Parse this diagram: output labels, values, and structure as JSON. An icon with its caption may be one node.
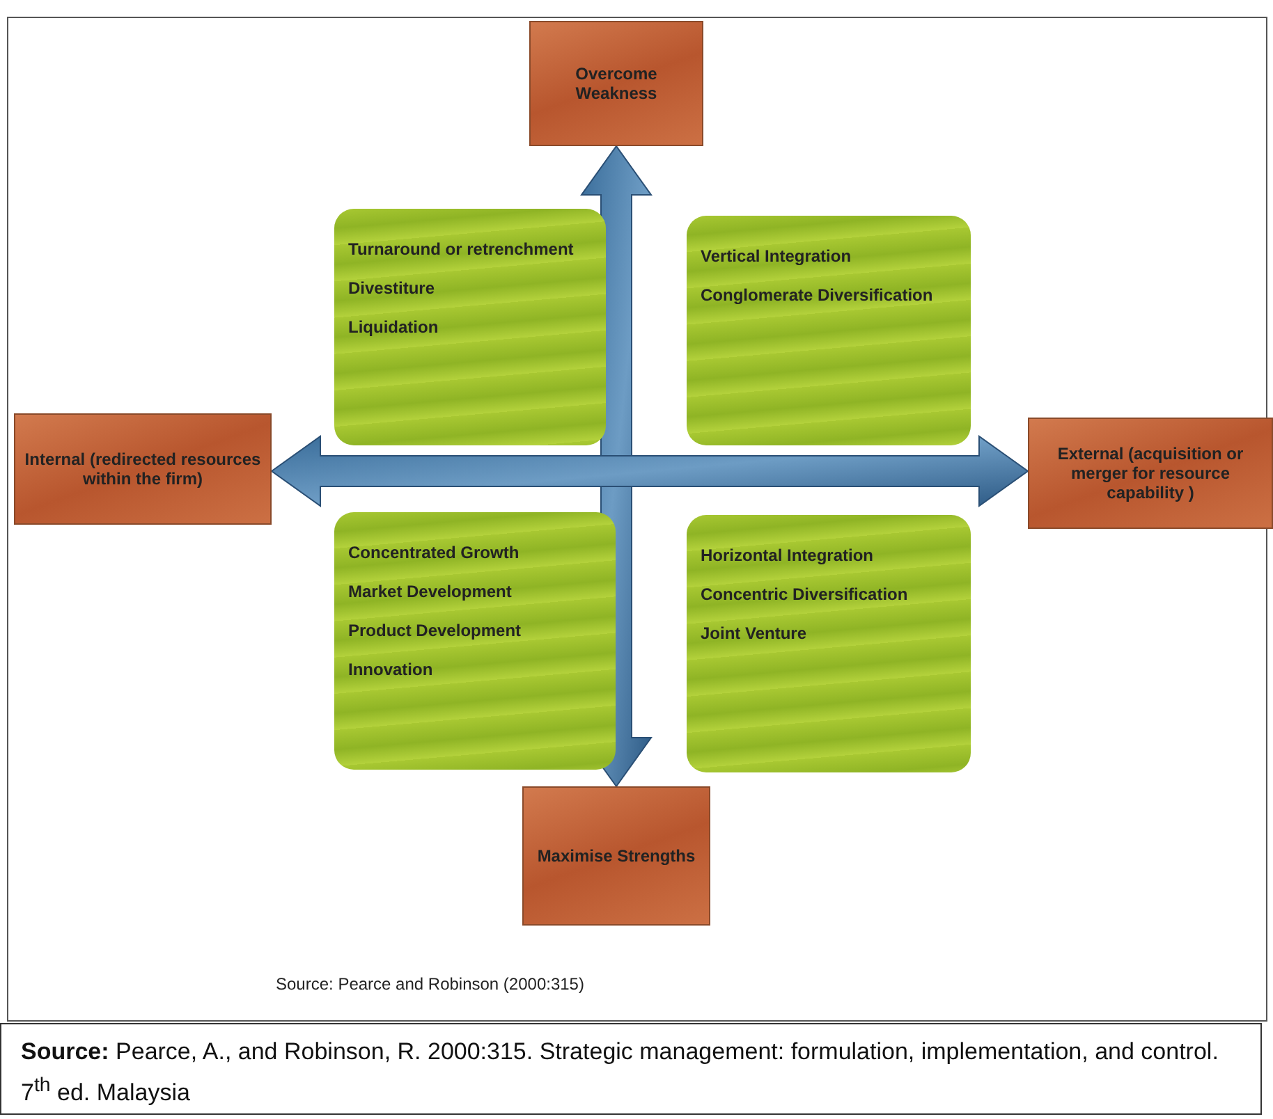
{
  "diagram": {
    "caption": "**Source:** Pearce, A., and Robinson, R. 2000:315. Strategic management: formulation, implementation, and control. 7$^{th}$ ed. Malaysia",
    "nodes": [
      {
        "text": [
          "Overcome Weakness"
        ]
      },
      {
        "text": [
          "Turnaround or retrenchment",
          "Divestiture",
          "Liquidation"
        ]
      },
      {
        "text": [
          "Vertical Integration",
          "Conglomerate Diversification"
        ]
      },
      {
        "text": [
          "Internal (redirected resources within the firm)"
        ]
      },
      {
        "text": [
          "External (acquisition or merger for resource capability )"
        ]
      },
      {
        "text": [
          "Concentrated Growth",
          "Market Development",
          "Product Development",
          "Innovation"
        ]
      },
      {
        "text": [
          "Horizontal Integration",
          "Concentric Diversification",
          "Joint Venture"
        ]
      },
      {
        "text": [
          "Maximise Strengths"
        ]
      }
    ],
    "edges": [
      {
        "from": 7,
        "to": 0,
        "arrow": "both"
      },
      {
        "from": 3,
        "to": 4,
        "arrow": "both"
      }
    ],
    "labels": [
      "Source: Pearce and Robinson (2000:315)"
    ]
  }
}
